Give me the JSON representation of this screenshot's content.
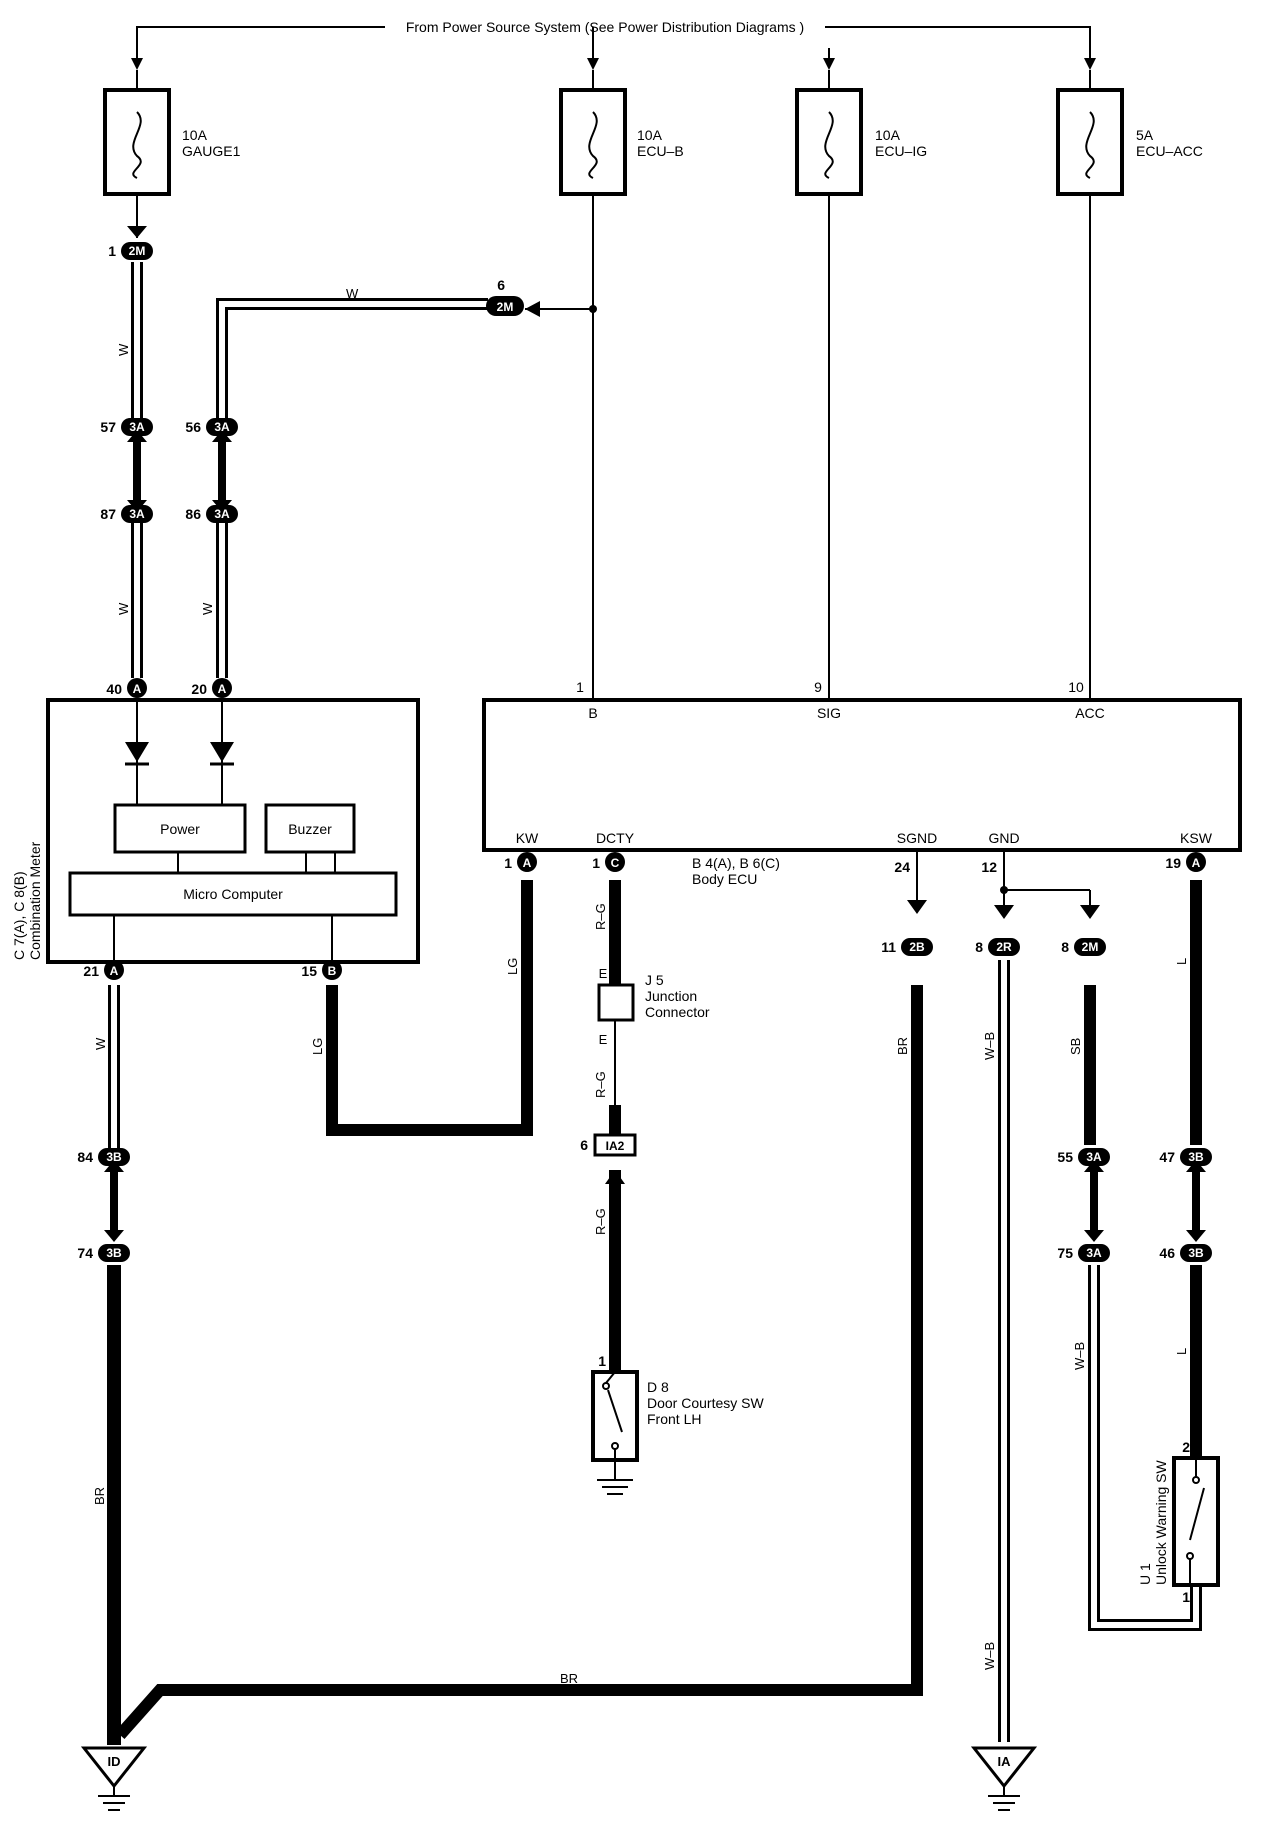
{
  "header": {
    "power_source": "From Power Source System (See Power Distribution Diagrams )"
  },
  "fuses": [
    {
      "amp": "10A",
      "name": "GAUGE1"
    },
    {
      "amp": "10A",
      "name": "ECU–B"
    },
    {
      "amp": "10A",
      "name": "ECU–IG"
    },
    {
      "amp": "5A",
      "name": "ECU–ACC"
    }
  ],
  "connectors": {
    "c_2m_1": {
      "pin": "1",
      "code": "2M"
    },
    "c_2m_6": {
      "pin": "6",
      "code": "2M"
    },
    "c_3a_57": {
      "pin": "57",
      "code": "3A"
    },
    "c_3a_56": {
      "pin": "56",
      "code": "3A"
    },
    "c_3a_87": {
      "pin": "87",
      "code": "3A"
    },
    "c_3a_86": {
      "pin": "86",
      "code": "3A"
    },
    "c_a_40": {
      "pin": "40",
      "code": "A"
    },
    "c_a_20": {
      "pin": "20",
      "code": "A"
    },
    "c_a_21": {
      "pin": "21",
      "code": "A"
    },
    "c_b_15": {
      "pin": "15",
      "code": "B"
    },
    "c_3b_84": {
      "pin": "84",
      "code": "3B"
    },
    "c_3b_74": {
      "pin": "74",
      "code": "3B"
    },
    "c_a_1": {
      "pin": "1",
      "code": "A"
    },
    "c_c_1": {
      "pin": "1",
      "code": "C"
    },
    "c_2b_11": {
      "pin": "11",
      "code": "2B"
    },
    "c_2r_8": {
      "pin": "8",
      "code": "2R"
    },
    "c_2m_8": {
      "pin": "8",
      "code": "2M"
    },
    "c_a_19": {
      "pin": "19",
      "code": "A"
    },
    "c_ia2_6": {
      "pin": "6",
      "code": "IA2"
    },
    "c_3a_55": {
      "pin": "55",
      "code": "3A"
    },
    "c_3b_47": {
      "pin": "47",
      "code": "3B"
    },
    "c_3a_75": {
      "pin": "75",
      "code": "3A"
    },
    "c_3b_46": {
      "pin": "46",
      "code": "3B"
    }
  },
  "combination_meter": {
    "label_line1": "C 7(A), C 8(B)",
    "label_line2": "Combination Meter",
    "power": "Power",
    "buzzer": "Buzzer",
    "micro_computer": "Micro Computer"
  },
  "body_ecu": {
    "label_line1": "B 4(A), B 6(C)",
    "label_line2": "Body ECU",
    "top_pins": [
      {
        "num": "1",
        "name": "B"
      },
      {
        "num": "9",
        "name": "SIG"
      },
      {
        "num": "10",
        "name": "ACC"
      }
    ],
    "bottom_terms": {
      "kw": "KW",
      "dcty": "DCTY",
      "sgnd": "SGND",
      "gnd": "GND",
      "ksw": "KSW"
    },
    "bottom_pins": {
      "sgnd": "24",
      "gnd": "12"
    }
  },
  "junction": {
    "name": "J 5",
    "line1": "Junction",
    "line2": "Connector",
    "pin_top": "E",
    "pin_bottom": "E"
  },
  "door_switch": {
    "pin": "1",
    "name": "D 8",
    "line1": "Door Courtesy SW",
    "line2": "Front LH"
  },
  "unlock_switch": {
    "pin_top": "2",
    "pin_bottom": "1",
    "name": "U 1",
    "line1": "Unlock Warning SW"
  },
  "grounds": {
    "left": "ID",
    "right": "IA"
  },
  "wire_colors": {
    "w": "W",
    "lg": "LG",
    "rg": "R–G",
    "br": "BR",
    "wb": "W–B",
    "sb": "SB",
    "l": "L"
  }
}
